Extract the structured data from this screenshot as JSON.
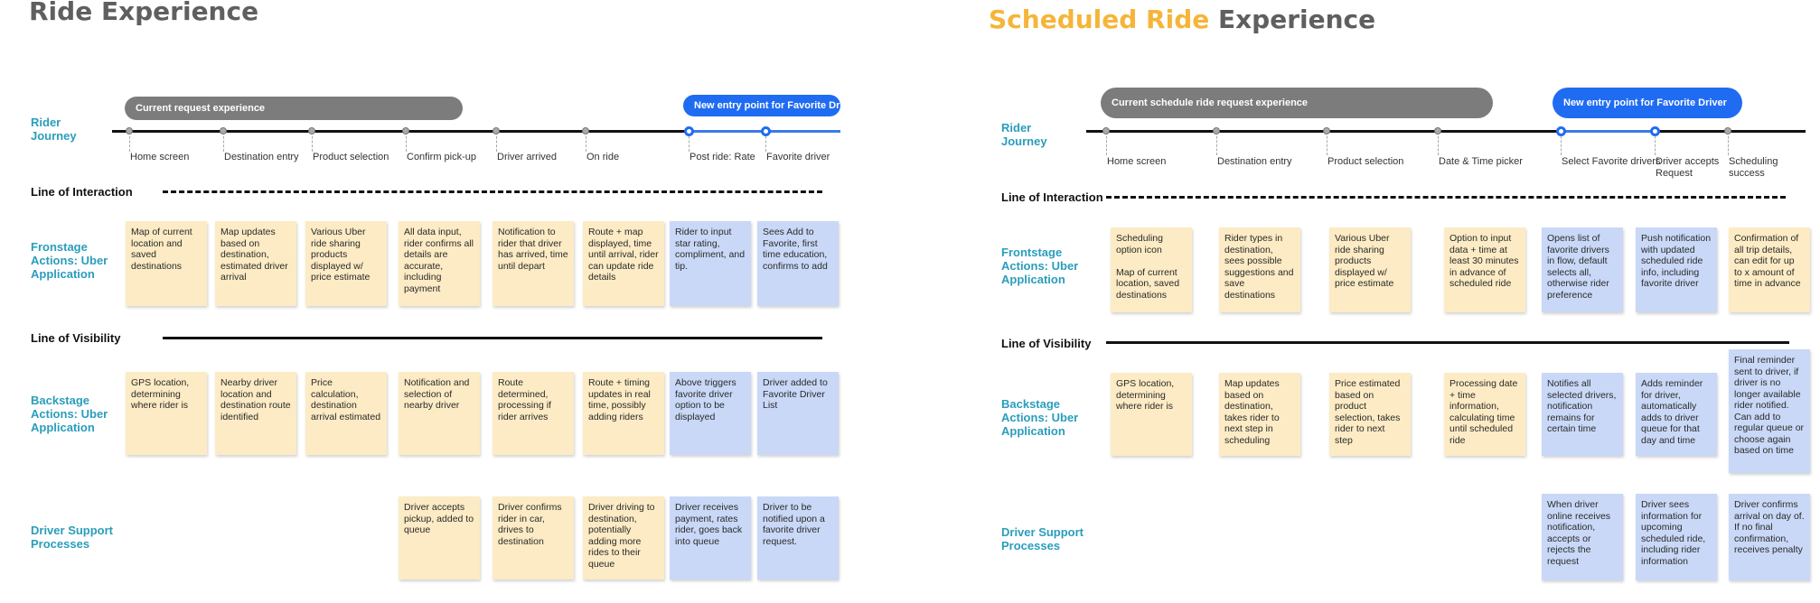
{
  "colors": {
    "yellow_card": "#fcebc4",
    "blue_card": "#c9d8f7",
    "accent_title": "#f5b53a",
    "row_label": "#2a9dbb",
    "gray_pill": "#7c7c7c",
    "blue_pill": "#1f6cf2"
  },
  "left": {
    "title": "Ride Experience",
    "pill_gray": "Current request experience",
    "pill_blue": "New entry point for Favorite Driver",
    "rows": {
      "rider_journey": "Rider Journey",
      "frontstage": "Fronstage Actions: Uber Application",
      "backstage": "Backstage Actions: Uber Application",
      "driver": "Driver Support Processes"
    },
    "line_interaction": "Line of Interaction",
    "line_visibility": "Line of Visibility",
    "steps": [
      "Home screen",
      "Destination entry",
      "Product selection",
      "Confirm pick-up",
      "Driver arrived",
      "On ride",
      "Post ride: Rate",
      "Favorite driver"
    ],
    "frontstage": [
      "Map of current location and saved destinations",
      "Map updates based on destination, estimated driver arrival",
      "Various Uber ride sharing products displayed w/ price estimate",
      "All data input, rider confirms all details are accurate, including payment",
      "Notification to rider that driver has arrived, time until depart",
      "Route + map displayed, time until arrival, rider can update ride details",
      "Rider to input star rating, compliment, and tip.",
      "Sees Add to Favorite, first time education, confirms to add"
    ],
    "backstage": [
      "GPS location, determining where rider is",
      "Nearby driver location and destination route identified",
      "Price calculation, destination arrival estimated",
      "Notification and selection of nearby driver",
      "Route determined, processing if rider arrives",
      "Route + timing updates in real time, possibly adding riders",
      "Above triggers favorite driver option to be displayed",
      "Driver added to Favorite Driver List"
    ],
    "driver": [
      "Driver accepts pickup, added to queue",
      "Driver confirms rider in car, drives to destination",
      "Driver driving to destination, potentially adding more rides to their queue",
      "Driver receives payment, rates rider, goes back into queue",
      "Driver to be notified upon a favorite driver request."
    ]
  },
  "right": {
    "title_accent": "Scheduled Ride",
    "title_rest": "Experience",
    "pill_gray": "Current schedule ride request experience",
    "pill_blue": "New entry point for Favorite Driver",
    "rows": {
      "rider_journey": "Rider Journey",
      "frontstage": "Frontstage Actions: Uber Application",
      "backstage": "Backstage Actions: Uber Application",
      "driver": "Driver Support Processes"
    },
    "line_interaction": "Line of Interaction",
    "line_visibility": "Line of Visibility",
    "steps": [
      "Home screen",
      "Destination entry",
      "Product selection",
      "Date & Time picker",
      "Select Favorite drivers",
      "Driver accepts Request",
      "Scheduling success"
    ],
    "frontstage": [
      "Scheduling option icon\n\nMap of current location, saved destinations",
      "Rider types in destination, sees possible suggestions and save destinations",
      "Various Uber ride sharing products displayed w/ price estimate",
      "Option to input data + time at least 30 minutes in advance of scheduled ride",
      "Opens list of favorite drivers in flow, default selects all, otherwise rider preference",
      "Push notification with updated scheduled ride info, including favorite driver",
      "Confirmation of all trip details, can edit for up to x amount of time in advance"
    ],
    "backstage": [
      "GPS location, determining where rider is",
      "Map updates based on destination, takes rider to next step in scheduling",
      "Price estimated based on product selection, takes rider to next step",
      "Processing date + time information, calculating time until scheduled ride",
      "Notifies all selected drivers, notification remains for certain time",
      "Adds reminder for driver, automatically adds to driver queue for that day and time",
      "Final reminder sent to driver, if driver is no longer available rider notified. Can add to regular queue or choose again based on time"
    ],
    "driver": [
      "When driver online receives notification, accepts or rejects the request",
      "Driver sees information for upcoming scheduled ride, including rider information",
      "Driver confirms arrival on day of. If no final confirmation, receives penalty"
    ]
  }
}
